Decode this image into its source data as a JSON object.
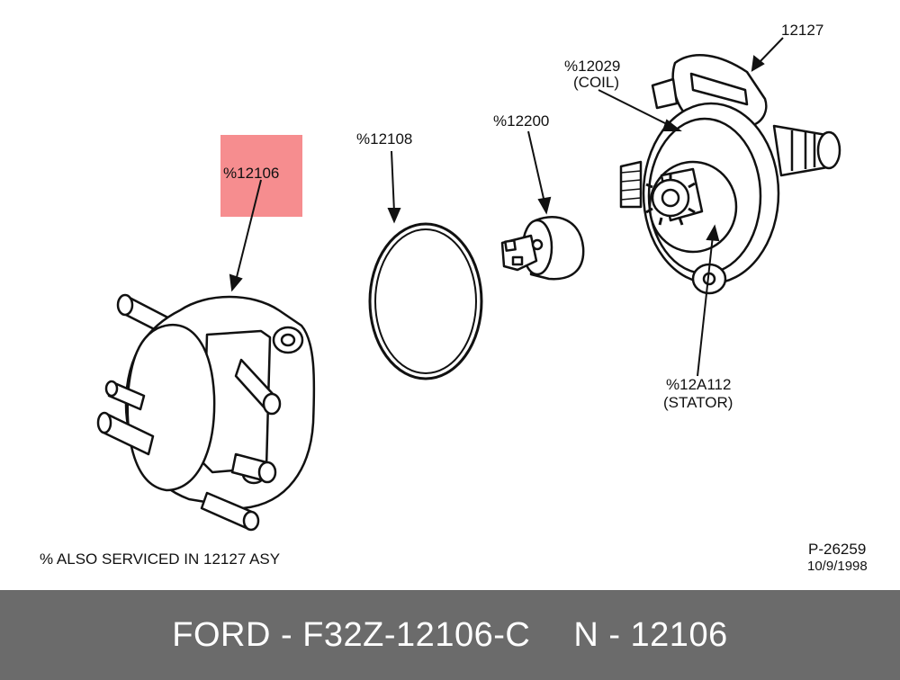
{
  "diagram": {
    "labels": {
      "cap": "%12106",
      "oring": "%12108",
      "rotor": "%12200",
      "coil_line1": "%12029",
      "coil_line2": "(COIL)",
      "housing": "12127",
      "stator_line1": "%12A112",
      "stator_line2": "(STATOR)"
    },
    "note": "% ALSO SERVICED IN 12127 ASY",
    "plate_number": "P-26259",
    "date": "10/9/1998",
    "highlight_color": "#f4797b"
  },
  "footer": {
    "part_text": "FORD - F32Z-12106-C",
    "number_text": "N - 12106",
    "background": "#6b6b6b"
  }
}
